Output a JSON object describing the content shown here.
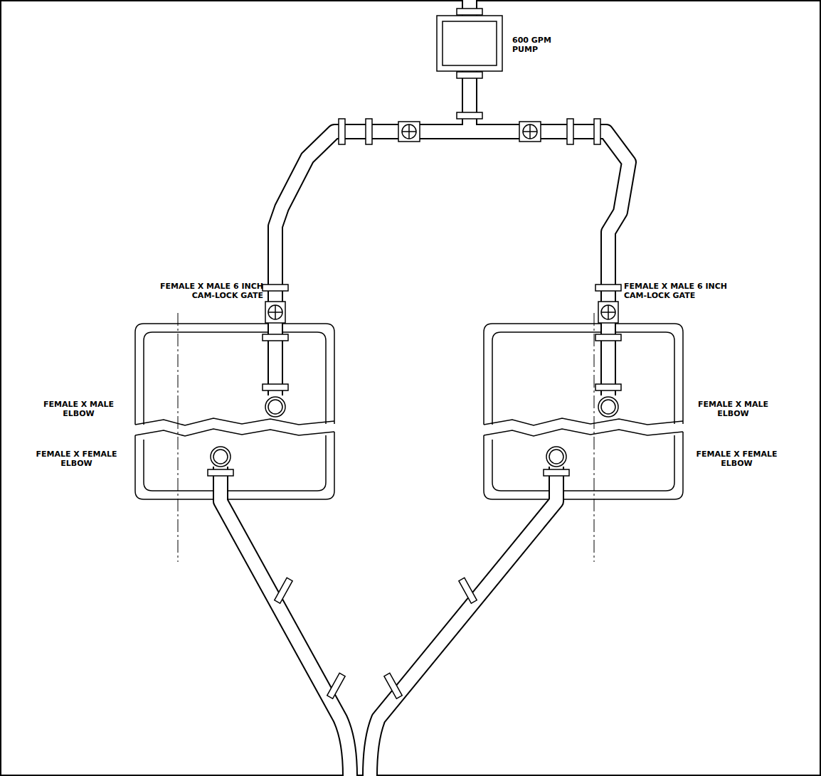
{
  "diagram": {
    "labels": [
      "600 GPM PUMP",
      "FEMALE X MALE 6 INCH CAM-LOCK GATE",
      "FEMALE X MALE 6 INCH CAM-LOCK GATE",
      "FEMALE X MALE ELBOW",
      "FEMALE X MALE ELBOW",
      "FEMALE X FEMALE ELBOW",
      "FEMALE X FEMALE ELBOW"
    ]
  }
}
